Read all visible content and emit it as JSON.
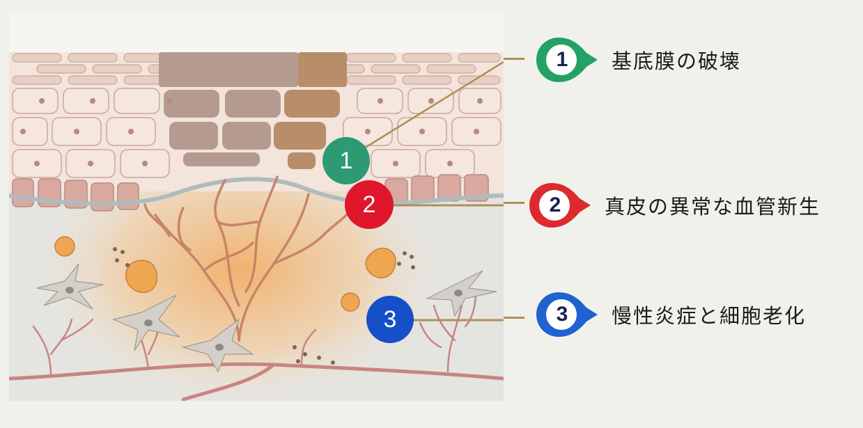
{
  "diagram": {
    "title": "",
    "colors": {
      "background": "#f1f1ec",
      "marker1": "#2e9a74",
      "marker2": "#e0162b",
      "marker3": "#1650c8",
      "connector": "#b08f55",
      "vessel": "#c9867c",
      "inflammation": "#f3b46a"
    },
    "markers": [
      {
        "id": 1,
        "label": "1"
      },
      {
        "id": 2,
        "label": "2"
      },
      {
        "id": 3,
        "label": "3"
      }
    ],
    "legend": [
      {
        "number": "1",
        "text": "基底膜の破壊",
        "color": "#22a264"
      },
      {
        "number": "2",
        "text": "真皮の異常な血管新生",
        "color": "#dc2a2f"
      },
      {
        "number": "3",
        "text": "慢性炎症と細胞老化",
        "color": "#1f62d0"
      }
    ],
    "illustration": {
      "subject": "skin cross-section",
      "layers": [
        "epidermis",
        "basement-membrane",
        "dermis"
      ]
    }
  }
}
